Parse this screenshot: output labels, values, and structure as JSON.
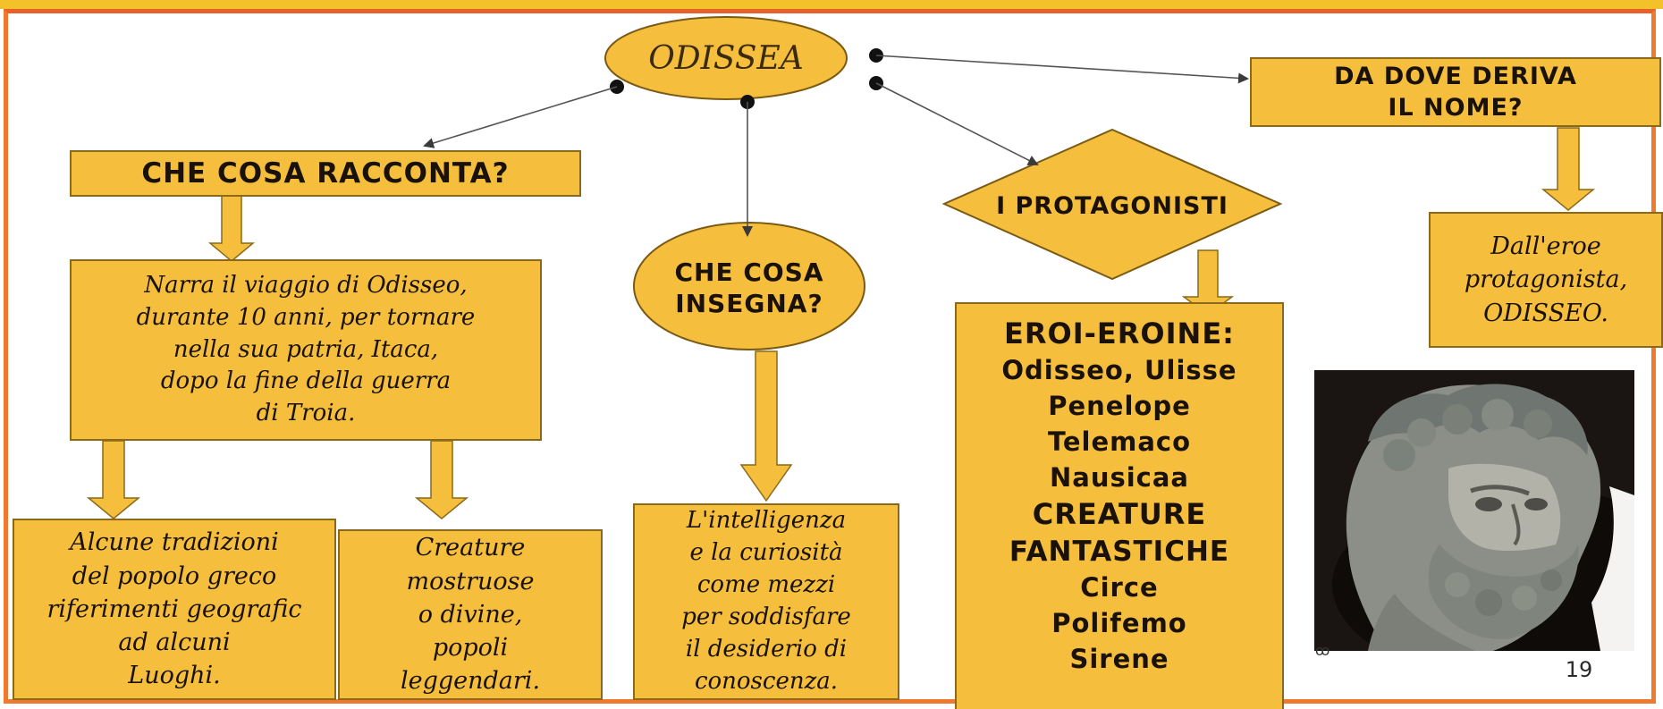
{
  "root": {
    "label": "ODISSEA"
  },
  "racconta": {
    "heading": "CHE COSA RACCONTA?",
    "summary_lines": [
      "Narra il viaggio di Odisseo,",
      "durante  10 anni, per tornare",
      "nella sua patria, Itaca,",
      "dopo la fine della guerra",
      "di Troia."
    ],
    "tradizioni_lines": [
      "Alcune tradizioni",
      "del popolo greco",
      "riferimenti geografic",
      "ad alcuni",
      "Luoghi."
    ],
    "creature_lines": [
      "Creature",
      "mostruose",
      "o divine,",
      "popoli",
      "leggendari."
    ]
  },
  "insegna": {
    "heading_lines": [
      "CHE COSA",
      "INSEGNA?"
    ],
    "answer_lines": [
      "L'intelligenza",
      "e la curiosità",
      "come mezzi",
      "per soddisfare",
      "il desiderio di",
      "conoscenza."
    ]
  },
  "protagonisti": {
    "heading": "I PROTAGONISTI",
    "list_lines": [
      "EROI-EROINE:",
      "Odisseo, Ulisse",
      "Penelope",
      "Telemaco",
      "Nausicaa",
      "CREATURE",
      "FANTASTICHE",
      "Circe",
      "Polifemo",
      "Sirene"
    ]
  },
  "nome": {
    "heading_lines": [
      "DA DOVE DERIVA",
      "IL NOME?"
    ],
    "answer_lines": [
      "Dall'eroe",
      "protagonista,",
      "ODISSEO."
    ]
  },
  "footer": {
    "page_number": "19",
    "credit_mark": "ꝏ"
  },
  "colors": {
    "box_fill": "#f5bf3d",
    "frame_border": "#ef7a2e",
    "top_bar": "#f3c12a",
    "connector": "#444444"
  },
  "icons": {
    "portrait": "bust-of-odysseus-image"
  }
}
